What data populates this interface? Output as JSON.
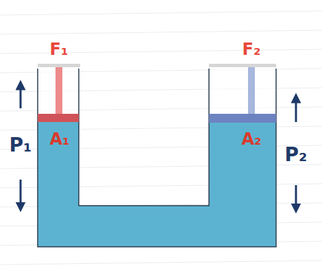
{
  "diagram": {
    "labels": [
      "F₁",
      "A₁",
      "P₁",
      "F₂",
      "A₂",
      "P₂"
    ]
  }
}
